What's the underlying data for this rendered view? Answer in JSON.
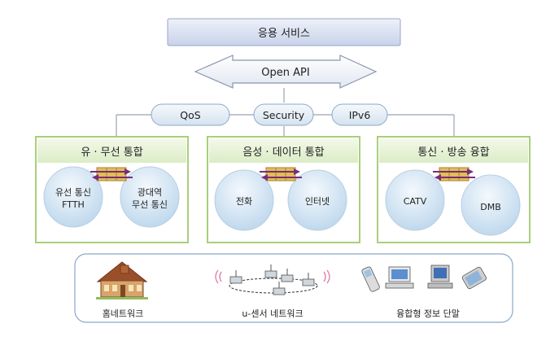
{
  "top_service": {
    "label": "응용 서비스"
  },
  "api": {
    "label": "Open API"
  },
  "features": [
    {
      "label": "QoS"
    },
    {
      "label": "Security"
    },
    {
      "label": "IPv6"
    }
  ],
  "groups": [
    {
      "title": "유 · 무선 통합",
      "left": {
        "line1": "유선 통신",
        "line2": "FTTH"
      },
      "right": {
        "line1": "광대역",
        "line2": "무선 통신"
      }
    },
    {
      "title": "음성 · 데이터 통합",
      "left": {
        "line1": "전화"
      },
      "right": {
        "line1": "인터넷"
      }
    },
    {
      "title": "통신 · 방송 융합",
      "left": {
        "line1": "CATV"
      },
      "right": {
        "line1": "DMB"
      }
    }
  ],
  "bottom": {
    "items": [
      {
        "label": "홈네트워크",
        "icon": "house-icon"
      },
      {
        "label": "u-센서 네트워크",
        "icon": "sensor-network-icon"
      },
      {
        "label": "융합형 정보 단말",
        "icon": "devices-icon"
      }
    ]
  },
  "colors": {
    "group_border": "#a9cf7a",
    "group_header": "#e9f3dc",
    "circle_fill": "#cfe3f3",
    "pill_fill": "#e6eef7",
    "pill_border": "#8aa9c8",
    "top_fill": "#d8dff0",
    "arrow_accent": "#7a2d7a",
    "arrow_box": "#d9b24a"
  }
}
